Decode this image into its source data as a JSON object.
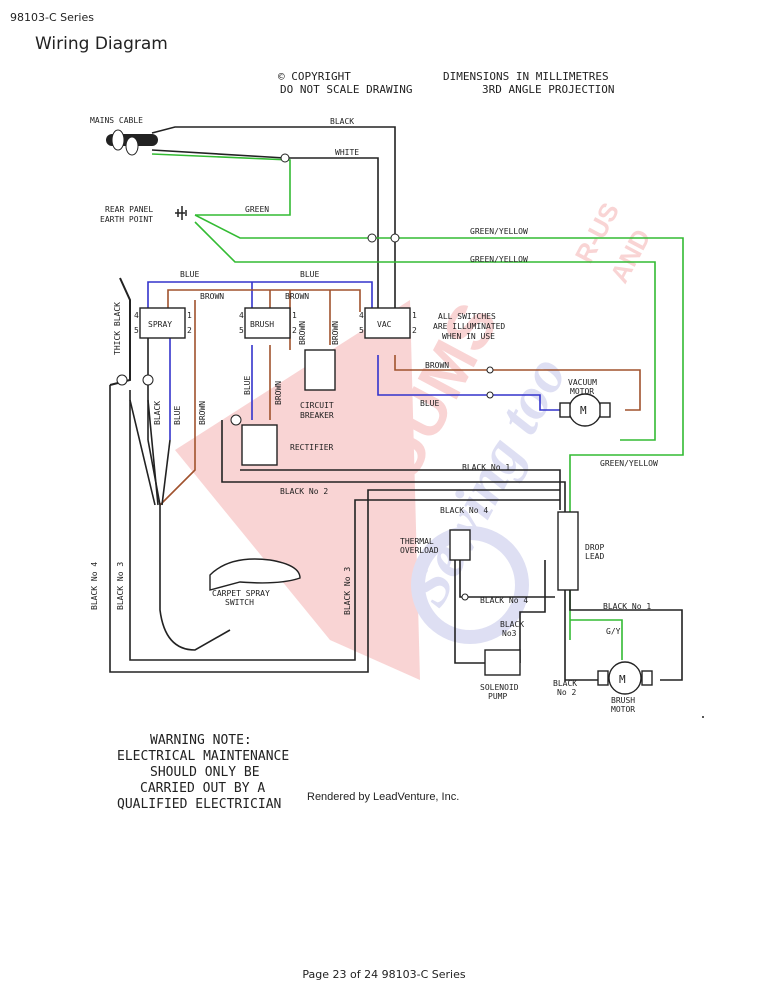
{
  "header": {
    "series": "98103-C Series",
    "title": "Wiring Diagram"
  },
  "drawing_notes": {
    "copyright": "© COPYRIGHT",
    "no_scale": "DO NOT SCALE DRAWING",
    "dimensions": "DIMENSIONS IN MILLIMETRES",
    "projection": "3RD ANGLE PROJECTION"
  },
  "labels": {
    "mains_cable": "MAINS CABLE",
    "rear_panel_1": "REAR PANEL",
    "rear_panel_2": "EARTH POINT",
    "spray": "SPRAY",
    "brush": "BRUSH",
    "vac": "VAC",
    "all_switches_1": "ALL SWITCHES",
    "all_switches_2": "ARE ILLUMINATED",
    "all_switches_3": "WHEN IN USE",
    "thick_black": "THICK BLACK",
    "circuit_breaker_1": "CIRCUIT",
    "circuit_breaker_2": "BREAKER",
    "rectifier": "RECTIFIER",
    "vacuum_motor_1": "VACUUM",
    "vacuum_motor_2": "MOTOR",
    "motor_m": "M",
    "thermal_1": "THERMAL",
    "thermal_2": "OVERLOAD",
    "drop_1": "DROP",
    "drop_2": "LEAD",
    "carpet_spray_1": "CARPET SPRAY",
    "carpet_spray_2": "SWITCH",
    "solenoid_1": "SOLENOID",
    "solenoid_2": "PUMP",
    "brush_motor_1": "BRUSH",
    "brush_motor_2": "MOTOR",
    "gy": "G/Y",
    "t4": "4",
    "t5": "5",
    "t1": "1",
    "t2": "2"
  },
  "wires": {
    "black": "BLACK",
    "white": "WHITE",
    "green": "GREEN",
    "green_yellow": "GREEN/YELLOW",
    "blue": "BLUE",
    "brown": "BROWN",
    "black_1": "BLACK No 1",
    "black_2": "BLACK No 2",
    "black_3": "BLACK No 3",
    "black_4": "BLACK No 4",
    "black_no3_a": "BLACK",
    "black_no3_b": "No3",
    "black_no2_a": "BLACK",
    "black_no2_b": "No 2"
  },
  "warning": {
    "line1": "WARNING NOTE:",
    "line2": "ELECTRICAL MAINTENANCE",
    "line3": "SHOULD ONLY BE",
    "line4": "CARRIED OUT BY A",
    "line5": "QUALIFIED ELECTRICIAN"
  },
  "rendered_by": "Rendered by LeadVenture, Inc.",
  "watermark": {
    "main": "VACUUMS",
    "ru": "R-US",
    "and": "AND",
    "sewing": "Sewing too"
  },
  "footer": "Page 23 of 24 98103-C Series",
  "colors": {
    "black": "#222222",
    "green": "#33bb33",
    "blue": "#3333cc",
    "brown": "#a0522d",
    "watermark_red": "#e23c3c",
    "watermark_blue": "#8a8fd0"
  }
}
